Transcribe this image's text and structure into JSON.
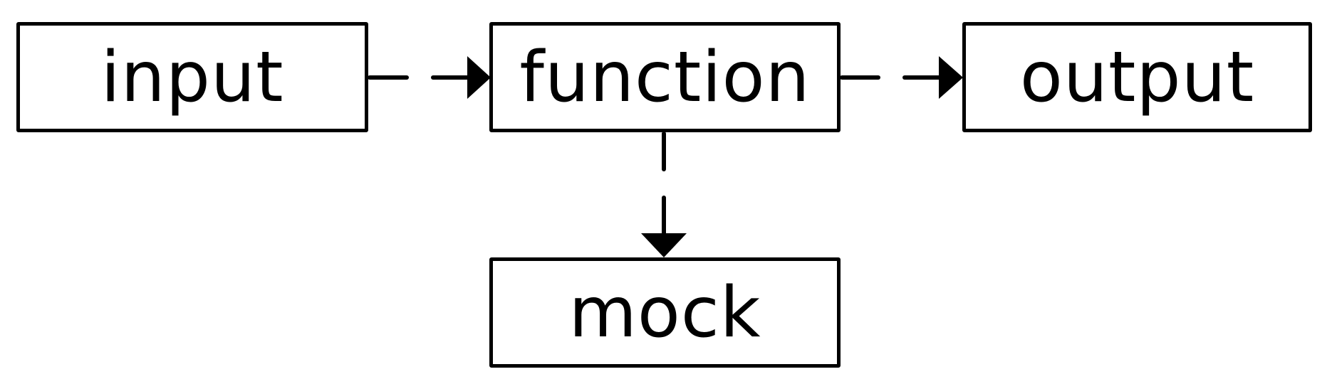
{
  "nodes": {
    "input": {
      "label": "input"
    },
    "function": {
      "label": "function"
    },
    "output": {
      "label": "output"
    },
    "mock": {
      "label": "mock"
    }
  },
  "edges": [
    {
      "from": "input",
      "to": "function",
      "style": "dashed"
    },
    {
      "from": "function",
      "to": "output",
      "style": "dashed"
    },
    {
      "from": "function",
      "to": "mock",
      "style": "dashed"
    }
  ],
  "colors": {
    "stroke": "#000000",
    "background": "#ffffff"
  }
}
